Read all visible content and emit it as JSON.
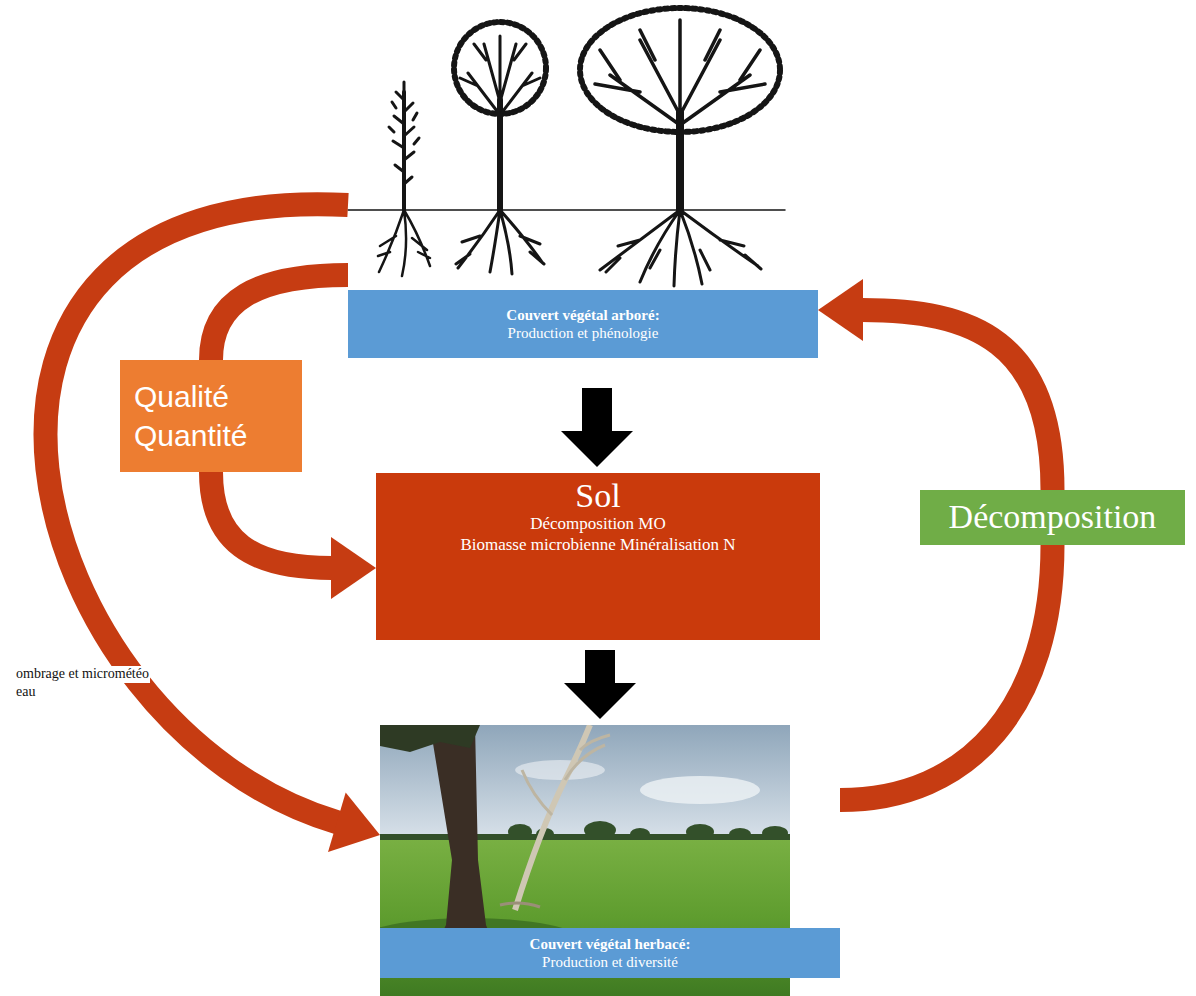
{
  "diagram": {
    "nodes": [
      {
        "text": [
          "Couvert végétal arboré:",
          "Production et phénologie"
        ]
      },
      {
        "text": [
          "Qualité Quantité"
        ]
      },
      {
        "text": [
          "Sol",
          "Décomposition MO",
          "Biomasse microbienne Minéralisation N"
        ]
      },
      {
        "text": [
          "Décomposition"
        ]
      },
      {
        "text": [
          "Couvert végétal herbacé:",
          "Production et diversité"
        ]
      }
    ],
    "edges": [
      {
        "from": 0,
        "to": 2,
        "arrow": "to"
      },
      {
        "from": 2,
        "to": 4,
        "arrow": "to"
      },
      {
        "from": 0,
        "to": 1,
        "arrow": "none"
      },
      {
        "from": 1,
        "to": 2,
        "arrow": "to"
      },
      {
        "from": 0,
        "to": 4,
        "arrow": "to"
      },
      {
        "from": 4,
        "to": 3,
        "arrow": "none"
      },
      {
        "from": 3,
        "to": 0,
        "arrow": "to"
      }
    ],
    "labels": [
      "ombrage et micrométéo",
      "eau"
    ]
  }
}
